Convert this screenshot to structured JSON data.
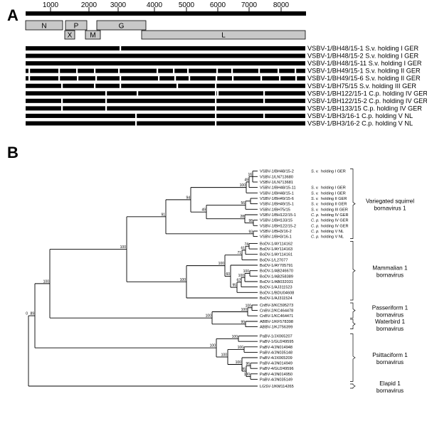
{
  "panel_a": {
    "letter": "A",
    "ticks": [
      "1000",
      "2000",
      "3000",
      "4000",
      "5000",
      "6000",
      "7000",
      "8000"
    ],
    "genes": [
      "N",
      "P",
      "X",
      "M",
      "G",
      "L"
    ],
    "sequences": [
      "VSBV-1/BH48/15-1 S.v. holding I GER",
      "VSBV-1/BH48/15-2 S.v. holding I GER",
      "VSBV-1/BH48/15-11 S.v. holding I GER",
      "VSBV-1/BH49/15-1 S.v. holding II GER",
      "VSBV-1/BH49/15-6 S.v. holding II GER",
      "VSBV-1/BH75/15 S.v. holding III GER",
      "VSBV-1/BH122/15-1 C.p. holding IV GER",
      "VSBV-1/BH122/15-2 C.p. holding IV GER",
      "VSBV-1/BH133/15 C.p. holding IV GER",
      "VSBV-1/BH3/16-1 C.p. holding V NL",
      "VSBV-1/BH3/16-2 C.p. holding V NL"
    ]
  },
  "panel_b": {
    "letter": "B",
    "leaves": [
      {
        "id": "VSBV-1/BH48/15-2",
        "sp": "S. v.",
        "hold": "holding I GER"
      },
      {
        "id": "VSBV-1/LN713680",
        "sp": "",
        "hold": ""
      },
      {
        "id": "VSBV-1/LN713681",
        "sp": "",
        "hold": ""
      },
      {
        "id": "VSBV-1/BH48/15-11",
        "sp": "S. v.",
        "hold": "holding I GER"
      },
      {
        "id": "VSBV-1/BH48/15-1",
        "sp": "S. v.",
        "hold": "holding I GER"
      },
      {
        "id": "VSBV-1/BH49/15-6",
        "sp": "S. v.",
        "hold": "holding II GER"
      },
      {
        "id": "VSBV-1/BH49/15-1",
        "sp": "S. v.",
        "hold": "holding II GER"
      },
      {
        "id": "VSBV-1/BH75/15",
        "sp": "S. v.",
        "hold": "holding III GER"
      },
      {
        "id": "VSBV-1/BH122/15-1",
        "sp": "C. p.",
        "hold": "holding IV GER"
      },
      {
        "id": "VSBV-1/BH133/15",
        "sp": "C. p.",
        "hold": "holding IV GER"
      },
      {
        "id": "VSBV-1/BH122/15-2",
        "sp": "C. p.",
        "hold": "holding IV GER"
      },
      {
        "id": "VSBV-1/BH3/16-2",
        "sp": "C. p.",
        "hold": "holding V NL"
      },
      {
        "id": "VSBV-1/BH3/16-1",
        "sp": "C. p.",
        "hold": "holding V NL"
      },
      {
        "id": "BoDV-1/AY114162",
        "sp": "",
        "hold": ""
      },
      {
        "id": "BoDV-1/AY114163",
        "sp": "",
        "hold": ""
      },
      {
        "id": "BoDV-1/AY114161",
        "sp": "",
        "hold": ""
      },
      {
        "id": "BoDV-1/L27077",
        "sp": "",
        "hold": ""
      },
      {
        "id": "BoDV-1/AY705791",
        "sp": "",
        "hold": ""
      },
      {
        "id": "BoDV-1/AB246670",
        "sp": "",
        "hold": ""
      },
      {
        "id": "BoDV-1/AB258389",
        "sp": "",
        "hold": ""
      },
      {
        "id": "BoDV-1/AB032031",
        "sp": "",
        "hold": ""
      },
      {
        "id": "BoDV-1/AJ311523",
        "sp": "",
        "hold": ""
      },
      {
        "id": "BoDV-1/BDU04608",
        "sp": "",
        "hold": ""
      },
      {
        "id": "BoDV-1/AJ311524",
        "sp": "",
        "hold": ""
      },
      {
        "id": "CnBV-3/KC595273",
        "sp": "",
        "hold": ""
      },
      {
        "id": "CnBV-2/KC464478",
        "sp": "",
        "hold": ""
      },
      {
        "id": "CnBV-1/KC464471",
        "sp": "",
        "hold": ""
      },
      {
        "id": "ABBV-1/KF578398",
        "sp": "",
        "hold": ""
      },
      {
        "id": "ABBV-1/KJ756399",
        "sp": "",
        "hold": ""
      },
      {
        "id": "PaBV-1/JX065207",
        "sp": "",
        "hold": ""
      },
      {
        "id": "PaBV-1/GU249595",
        "sp": "",
        "hold": ""
      },
      {
        "id": "PaBV-4/JN014948",
        "sp": "",
        "hold": ""
      },
      {
        "id": "PaBV-4/JN035148",
        "sp": "",
        "hold": ""
      },
      {
        "id": "PaBV-4/JX065209",
        "sp": "",
        "hold": ""
      },
      {
        "id": "PaBV-4/JN014949",
        "sp": "",
        "hold": ""
      },
      {
        "id": "PaBV-4/GU249596",
        "sp": "",
        "hold": ""
      },
      {
        "id": "PaBV-4/JN014950",
        "sp": "",
        "hold": ""
      },
      {
        "id": "PaBV-4/JN035149",
        "sp": "",
        "hold": ""
      },
      {
        "id": "LGSV-1/KM114265",
        "sp": "",
        "hold": ""
      }
    ],
    "bootstrap": [
      "16",
      "49",
      "94",
      "91",
      "100",
      "100",
      "56",
      "49",
      "28",
      "98",
      "93",
      "74",
      "61",
      "71",
      "100",
      "100",
      "62",
      "95",
      "60",
      "100",
      "100",
      "100",
      "100",
      "100",
      "99",
      "100",
      "100",
      "100",
      "100",
      "100",
      "100",
      "96",
      "36",
      "100",
      "89",
      "0"
    ],
    "clades": [
      {
        "line1": "Variegated squirrel",
        "line2": "bornavirus 1"
      },
      {
        "line1": "Mammalian 1",
        "line2": "bornavirus"
      },
      {
        "line1": "Passeriform 1",
        "line2": "bornavirus"
      },
      {
        "line1": "Waterbird 1",
        "line2": "bornavirus"
      },
      {
        "line1": "Psittaciform 1",
        "line2": "bornavirus"
      },
      {
        "line1": "Elapid 1",
        "line2": "bornavirus"
      }
    ]
  }
}
